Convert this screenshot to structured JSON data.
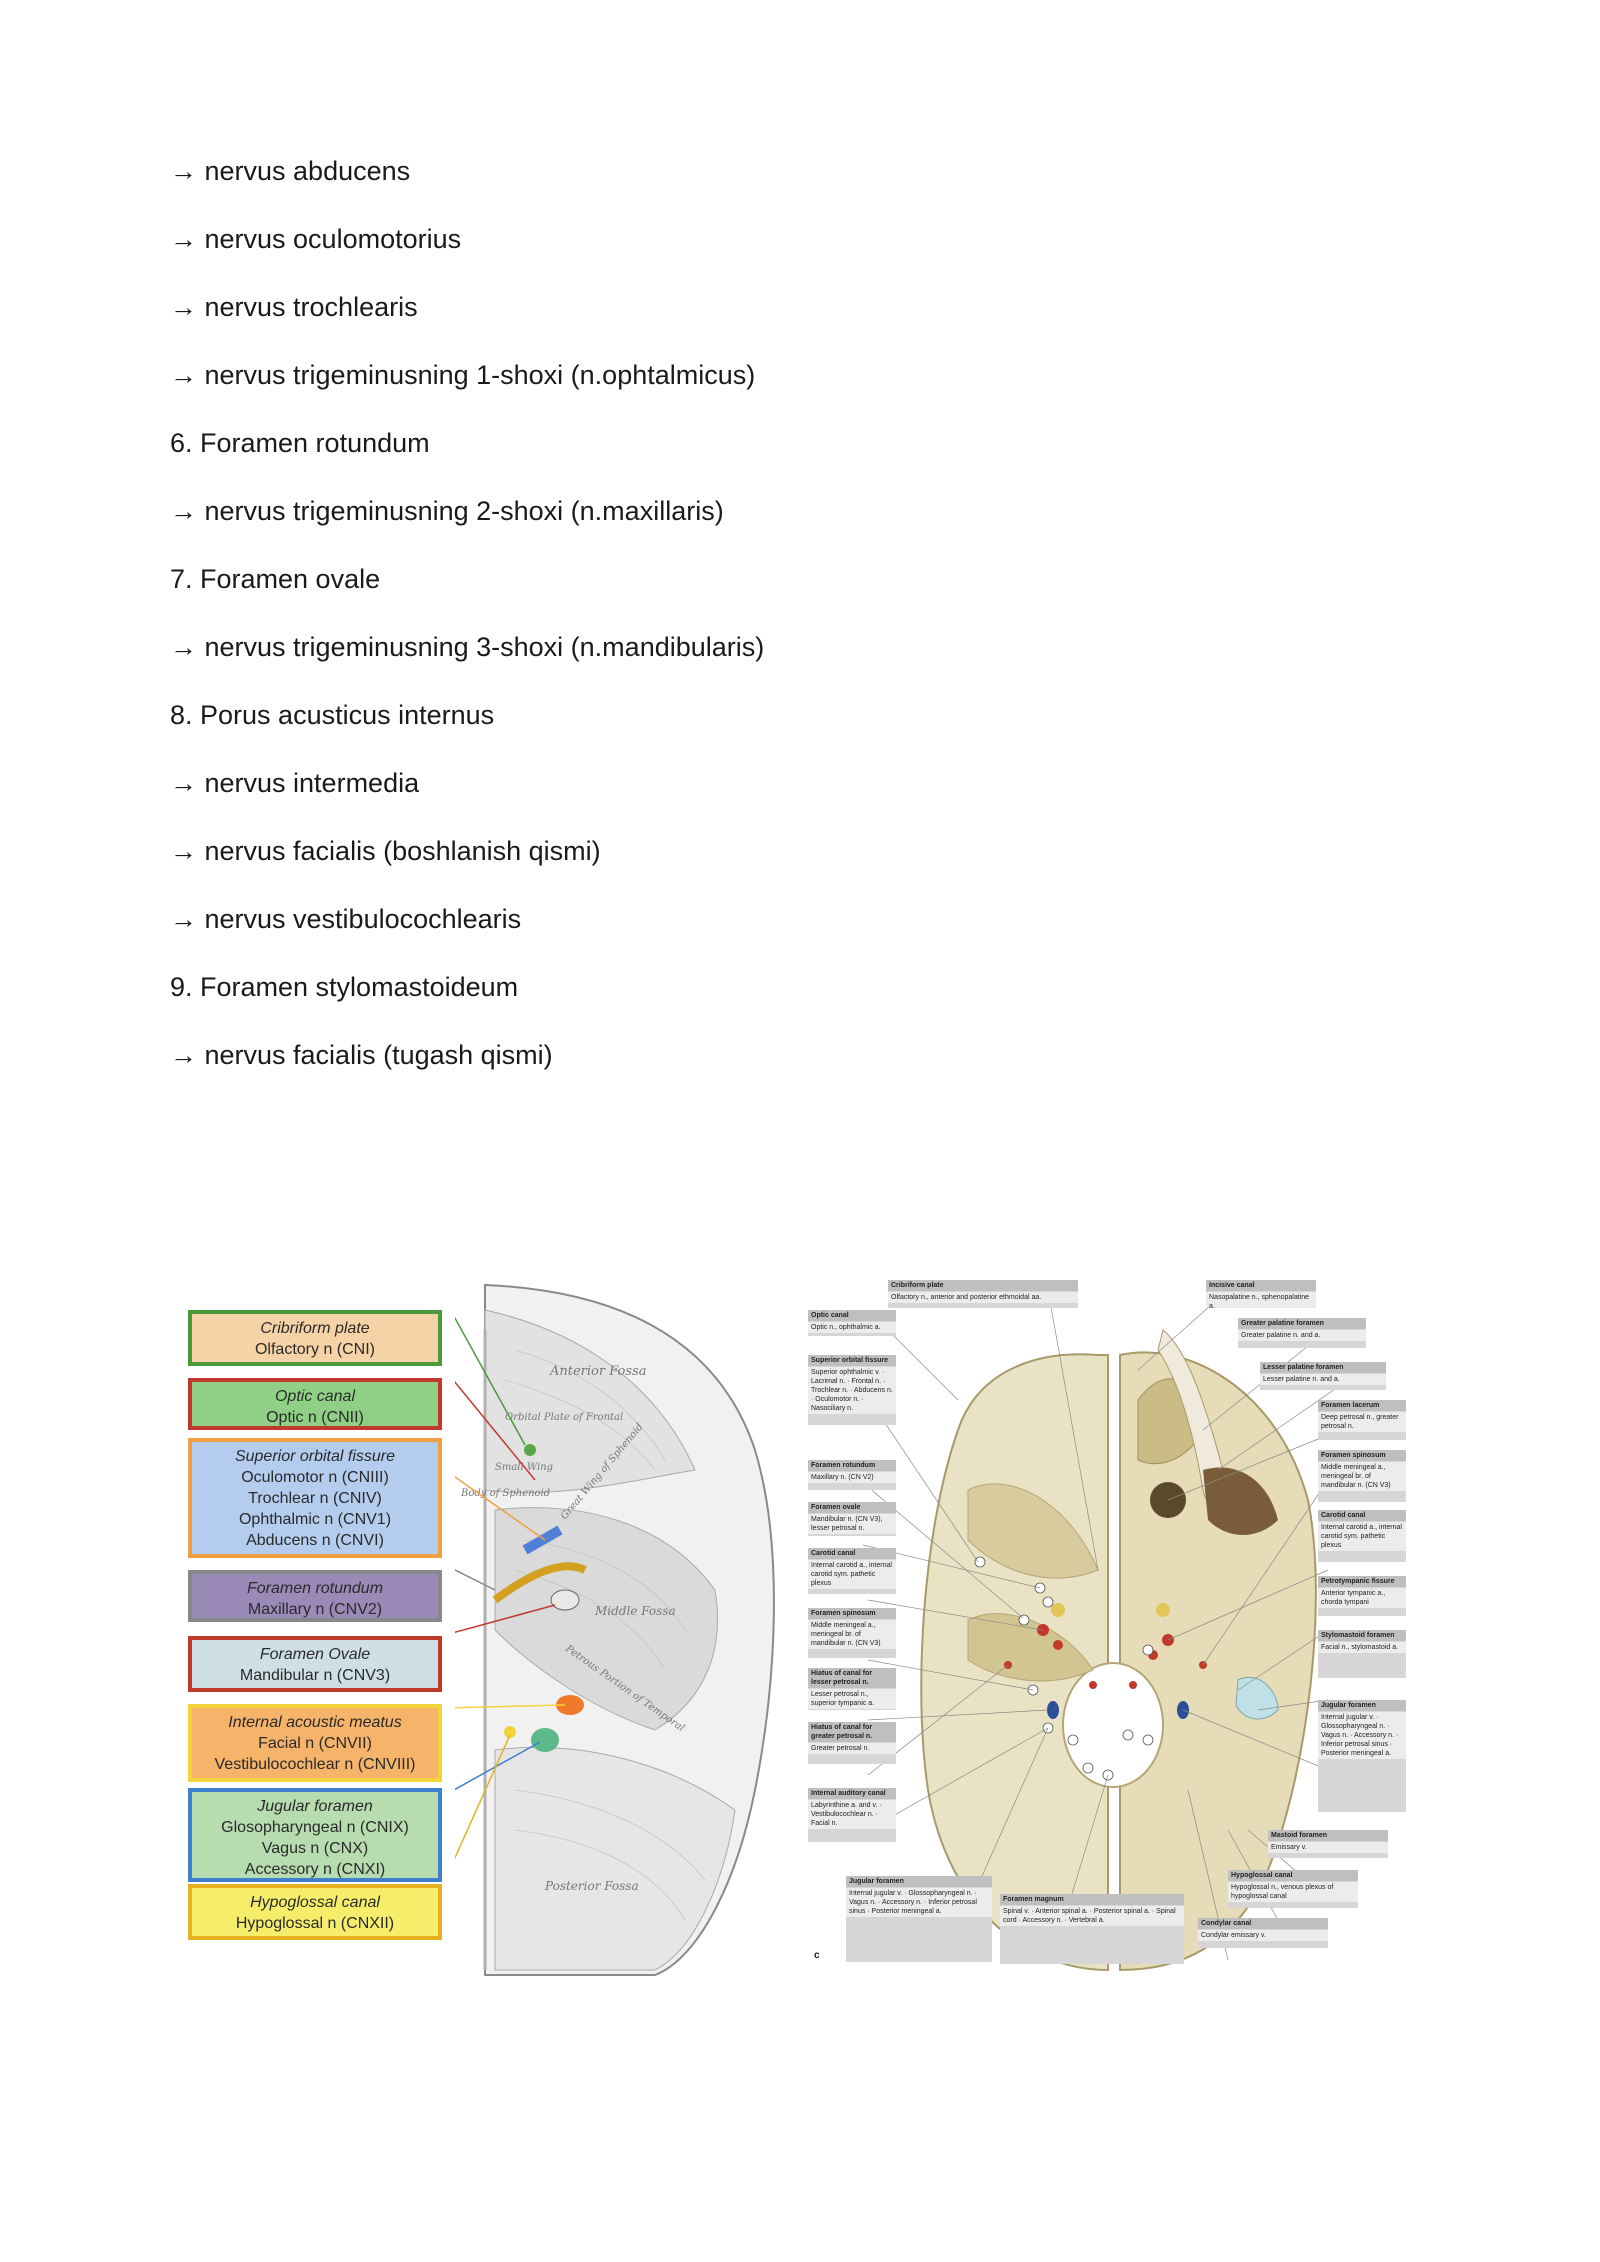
{
  "lines": [
    "→ nervus abducens",
    "→ nervus oculomotorius",
    "→ nervus trochlearis",
    "→ nervus trigeminusning 1-shoxi (n.ophtalmicus)",
    "6. Foramen rotundum",
    "→ nervus trigeminusning 2-shoxi (n.maxillaris)",
    "7. Foramen ovale",
    "→ nervus trigeminusning 3-shoxi (n.mandibularis)",
    "8. Porus acusticus internus",
    "→ nervus intermedia",
    "→ nervus facialis (boshlanish qismi)",
    "→ nervus vestibulocochlearis",
    "9. Foramen stylomastoideum",
    "→ nervus facialis (tugash qismi)"
  ],
  "legend": [
    {
      "title": "Cribriform plate",
      "items": [
        "Olfactory n (CNI)"
      ],
      "fill": "#f6d3a6",
      "border": "#4a9a3a"
    },
    {
      "title": "Optic canal",
      "items": [
        "Optic n (CNII)"
      ],
      "fill": "#8fcf86",
      "border": "#c0392b"
    },
    {
      "title": "Superior orbital fissure",
      "items": [
        "Oculomotor n (CNIII)",
        "Trochlear n (CNIV)",
        "Ophthalmic n (CNV1)",
        "Abducens n (CNVI)"
      ],
      "fill": "#b4cdef",
      "border": "#f0a040"
    },
    {
      "title": "Foramen rotundum",
      "items": [
        "Maxillary n (CNV2)"
      ],
      "fill": "#9a8ab8",
      "border": "#888888"
    },
    {
      "title": "Foramen Ovale",
      "items": [
        "Mandibular n (CNV3)"
      ],
      "fill": "#cfdfe6",
      "border": "#c0392b"
    },
    {
      "title": "Internal acoustic meatus",
      "items": [
        "Facial n (CNVII)",
        "Vestibulocochlear n (CNVIII)"
      ],
      "fill": "#f6b36a",
      "border": "#f2d43a"
    },
    {
      "title": "Jugular foramen",
      "items": [
        "Glosopharyngeal n (CNIX)",
        "Vagus n (CNX)",
        "Accessory n (CNXI)"
      ],
      "fill": "#b7dcb0",
      "border": "#3f7fd0"
    },
    {
      "title": "Hypoglossal canal",
      "items": [
        "Hypoglossal n (CNXII)"
      ],
      "fill": "#f6ee6a",
      "border": "#e6b020"
    }
  ],
  "left_fig_labels": {
    "anterior_fossa": "Anterior Fossa",
    "orbital_plate": "Orbital Plate of Frontal",
    "small_wing": "Small Wing",
    "body_sphenoid": "Body of Sphenoid",
    "great_wing": "Great Wing of Sphenoid",
    "middle_fossa": "Middle Fossa",
    "petrous": "Petrous Portion of Temporal",
    "posterior_fossa": "Posterior Fossa"
  },
  "right_fig_labels": {
    "left": [
      {
        "hd": "Optic canal",
        "bd": "Optic n., ophthalmic a."
      },
      {
        "hd": "Superior orbital fissure",
        "bd": "Superior ophthalmic v. · Lacrimal n. · Frontal n. · Trochlear n. · Abducens n. · Oculomotor n. · Nasociliary n."
      },
      {
        "hd": "Foramen rotundum",
        "bd": "Maxillary n. (CN V2)"
      },
      {
        "hd": "Foramen ovale",
        "bd": "Mandibular n. (CN V3), lesser petrosal n."
      },
      {
        "hd": "Carotid canal",
        "bd": "Internal carotid a., internal carotid sym. pathetic plexus"
      },
      {
        "hd": "Foramen spinosum",
        "bd": "Middle meningeal a., meningeal br. of mandibular n. (CN V3)"
      },
      {
        "hd": "Hiatus of canal for lesser petrosal n.",
        "bd": "Lesser petrosal n., superior tympanic a."
      },
      {
        "hd": "Hiatus of canal for greater petrosal n.",
        "bd": "Greater petrosal n."
      },
      {
        "hd": "Internal auditory canal",
        "bd": "Labyrinthine a. and v. · Vestibulocochlear n. · Facial n."
      }
    ],
    "top": [
      {
        "hd": "Cribriform plate",
        "bd": "Olfactory n., anterior and posterior ethmoidal aa."
      },
      {
        "hd": "Incisive canal",
        "bd": "Nasopalatine n., sphenopalatine a."
      }
    ],
    "right": [
      {
        "hd": "Greater palatine foramen",
        "bd": "Greater palatine n. and a."
      },
      {
        "hd": "Lesser palatine foramen",
        "bd": "Lesser palatine n. and a."
      },
      {
        "hd": "Foramen lacerum",
        "bd": "Deep petrosal n., greater petrosal n."
      },
      {
        "hd": "Foramen spinosum",
        "bd": "Middle meningeal a., meningeal br. of mandibular n. (CN V3)"
      },
      {
        "hd": "Carotid canal",
        "bd": "Internal carotid a., internal carotid sym. pathetic plexus"
      },
      {
        "hd": "Petrotympanic fissure",
        "bd": "Anterior tympanic a., chorda tympani"
      },
      {
        "hd": "Stylomastoid foramen",
        "bd": "Facial n., stylomastoid a."
      },
      {
        "hd": "Jugular foramen",
        "bd": "Internal jugular v. · Glossopharyngeal n. · Vagus n. · Accessory n. · Inferior petrosal sinus · Posterior meningeal a."
      },
      {
        "hd": "Mastoid foramen",
        "bd": "Emissary v."
      },
      {
        "hd": "Hypoglossal canal",
        "bd": "Hypoglossal n., venous plexus of hypoglossal canal"
      },
      {
        "hd": "Condylar canal",
        "bd": "Condylar emissary v."
      }
    ],
    "bottom": [
      {
        "hd": "Jugular foramen",
        "bd": "Internal jugular v. · Glossopharyngeal n. · Vagus n. · Accessory n. · Inferior petrosal sinus · Posterior meningeal a."
      },
      {
        "hd": "Foramen magnum",
        "bd": "Spinal v. · Anterior spinal a. · Posterior spinal a. · Spinal cord · Accessory n. · Vertebral a."
      }
    ],
    "panel_letter": "c"
  },
  "colors": {
    "bone_light": "#e9e2c4",
    "bone_dark": "#c9b98a",
    "engraving": "#cfcfcf"
  }
}
